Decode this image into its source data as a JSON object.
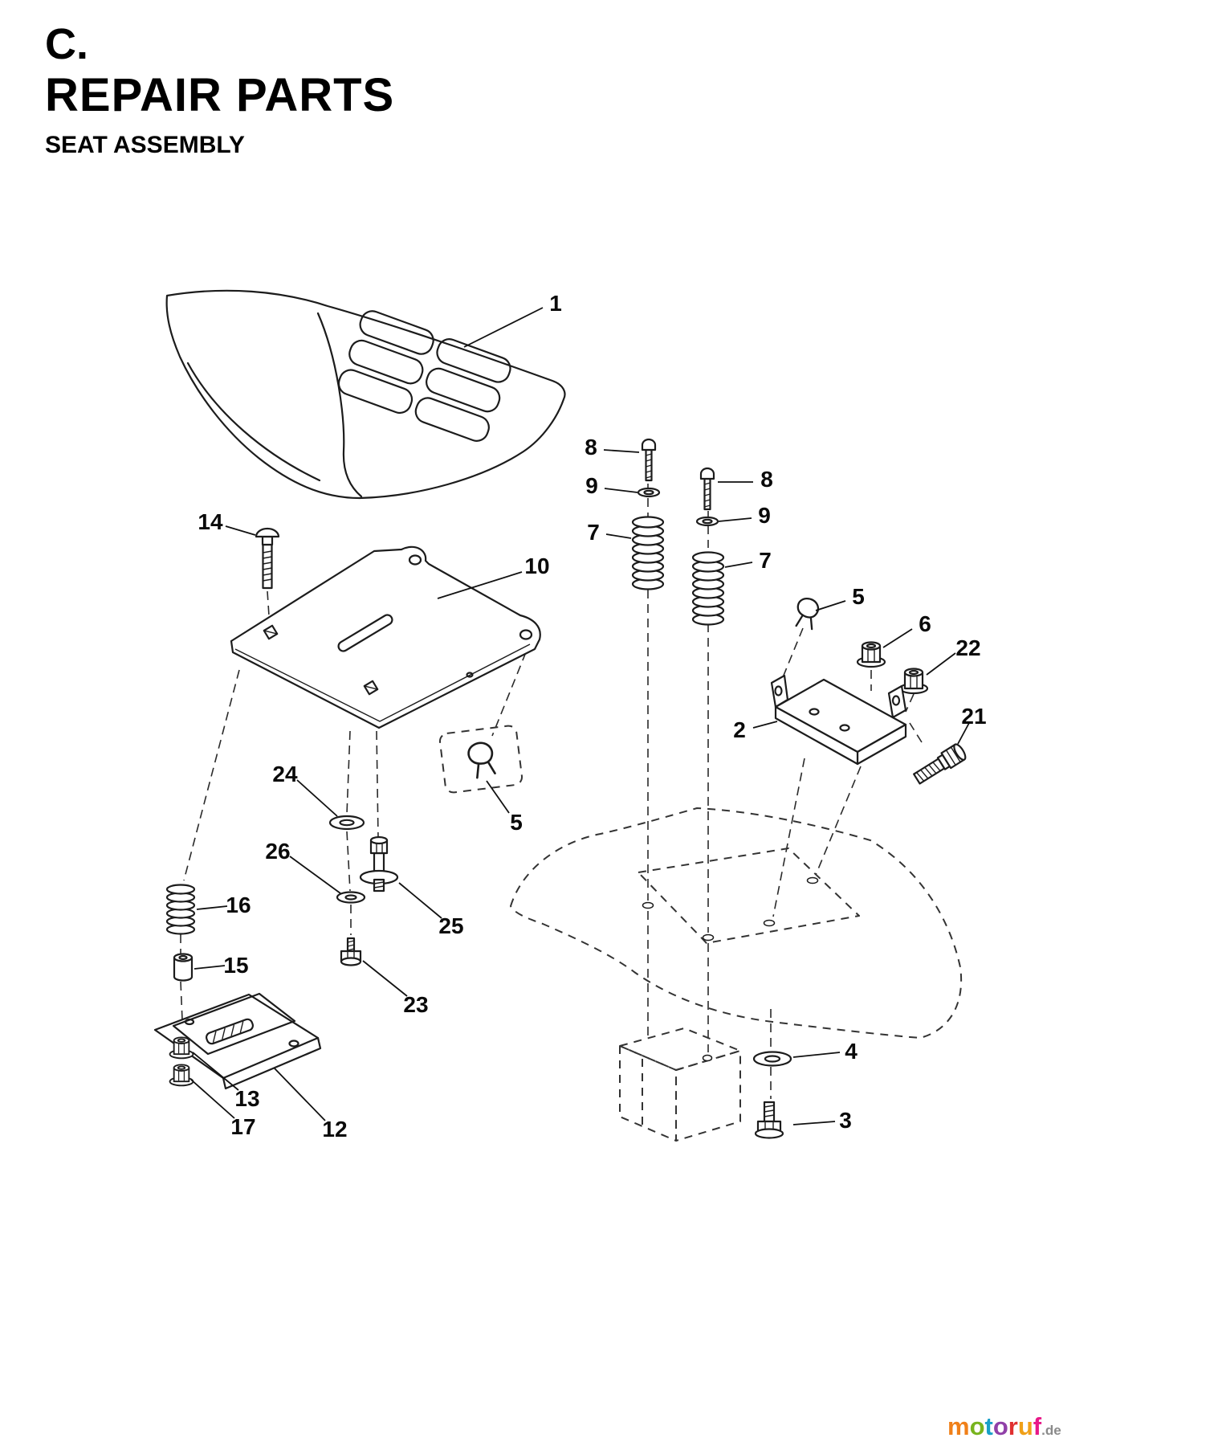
{
  "header": {
    "section": "C.",
    "title": "REPAIR PARTS",
    "subtitle": "SEAT ASSEMBLY"
  },
  "callouts": [
    {
      "label": "1"
    },
    {
      "label": "8"
    },
    {
      "label": "9"
    },
    {
      "label": "7"
    },
    {
      "label": "8"
    },
    {
      "label": "9"
    },
    {
      "label": "7"
    },
    {
      "label": "14"
    },
    {
      "label": "10"
    },
    {
      "label": "5"
    },
    {
      "label": "6"
    },
    {
      "label": "22"
    },
    {
      "label": "2"
    },
    {
      "label": "21"
    },
    {
      "label": "24"
    },
    {
      "label": "5"
    },
    {
      "label": "26"
    },
    {
      "label": "16"
    },
    {
      "label": "25"
    },
    {
      "label": "15"
    },
    {
      "label": "23"
    },
    {
      "label": "13"
    },
    {
      "label": "17"
    },
    {
      "label": "12"
    },
    {
      "label": "4"
    },
    {
      "label": "3"
    }
  ],
  "watermark": {
    "letters": [
      {
        "ch": "m",
        "color": "#f08019"
      },
      {
        "ch": "o",
        "color": "#78b41e"
      },
      {
        "ch": "t",
        "color": "#18a0c8"
      },
      {
        "ch": "o",
        "color": "#9040a8"
      },
      {
        "ch": "r",
        "color": "#e03030"
      },
      {
        "ch": "u",
        "color": "#f0a018"
      },
      {
        "ch": "f",
        "color": "#e81888"
      }
    ],
    "suffix": ".de"
  }
}
